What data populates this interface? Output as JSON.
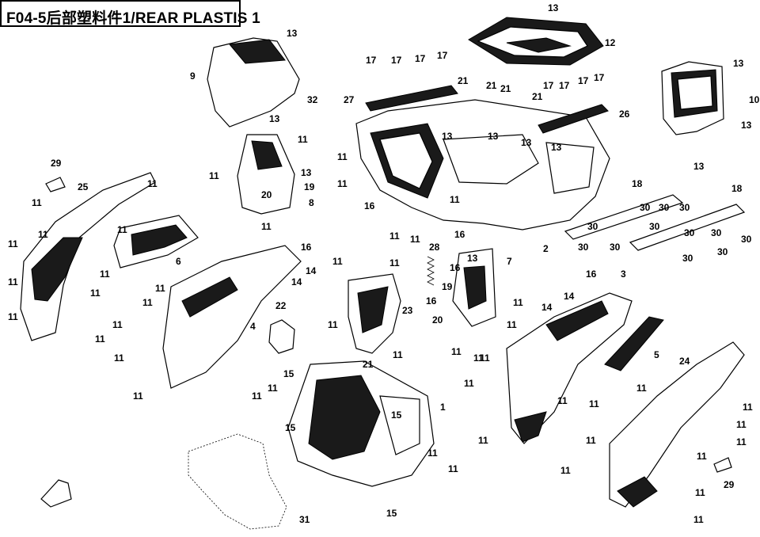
{
  "title": "F04-5后部塑料件1/REAR PLASTIS 1",
  "callouts": [
    {
      "id": "c13a",
      "text": "13"
    },
    {
      "id": "c12",
      "text": "12"
    },
    {
      "id": "c13b",
      "text": "13"
    },
    {
      "id": "c9",
      "text": "9"
    },
    {
      "id": "c32",
      "text": "32"
    },
    {
      "id": "c13c",
      "text": "13"
    },
    {
      "id": "c17a",
      "text": "17"
    },
    {
      "id": "c17b",
      "text": "17"
    },
    {
      "id": "c17c",
      "text": "17"
    },
    {
      "id": "c17d",
      "text": "17"
    },
    {
      "id": "c27",
      "text": "27"
    },
    {
      "id": "c21a",
      "text": "21"
    },
    {
      "id": "c21b",
      "text": "21"
    },
    {
      "id": "c21c",
      "text": "21"
    },
    {
      "id": "c17e",
      "text": "17"
    },
    {
      "id": "c17f",
      "text": "17"
    },
    {
      "id": "c17g",
      "text": "17"
    },
    {
      "id": "c17h",
      "text": "17"
    },
    {
      "id": "c21d",
      "text": "21"
    },
    {
      "id": "c26",
      "text": "26"
    },
    {
      "id": "c13d",
      "text": "13"
    },
    {
      "id": "c10",
      "text": "10"
    },
    {
      "id": "c13e",
      "text": "13"
    },
    {
      "id": "c13f",
      "text": "13"
    },
    {
      "id": "c11a",
      "text": "11"
    },
    {
      "id": "c11b",
      "text": "11"
    },
    {
      "id": "c13g",
      "text": "13"
    },
    {
      "id": "c13h",
      "text": "13"
    },
    {
      "id": "c13i",
      "text": "13"
    },
    {
      "id": "c13j",
      "text": "13"
    },
    {
      "id": "c13k",
      "text": "13"
    },
    {
      "id": "c29a",
      "text": "29"
    },
    {
      "id": "c25",
      "text": "25"
    },
    {
      "id": "c11c",
      "text": "11"
    },
    {
      "id": "c20a",
      "text": "20"
    },
    {
      "id": "c19a",
      "text": "19"
    },
    {
      "id": "c8",
      "text": "8"
    },
    {
      "id": "c11d",
      "text": "11"
    },
    {
      "id": "c11e",
      "text": "11"
    },
    {
      "id": "c16a",
      "text": "16"
    },
    {
      "id": "c11f",
      "text": "11"
    },
    {
      "id": "c18a",
      "text": "18"
    },
    {
      "id": "c18b",
      "text": "18"
    },
    {
      "id": "c30a",
      "text": "30"
    },
    {
      "id": "c30b",
      "text": "30"
    },
    {
      "id": "c30c",
      "text": "30"
    },
    {
      "id": "c30d",
      "text": "30"
    },
    {
      "id": "c30e",
      "text": "30"
    },
    {
      "id": "c30f",
      "text": "30"
    },
    {
      "id": "c30g",
      "text": "30"
    },
    {
      "id": "c30h",
      "text": "30"
    },
    {
      "id": "c30i",
      "text": "30"
    },
    {
      "id": "c30j",
      "text": "30"
    },
    {
      "id": "c30k",
      "text": "30"
    },
    {
      "id": "c30l",
      "text": "30"
    },
    {
      "id": "c11g",
      "text": "11"
    },
    {
      "id": "c11h",
      "text": "11"
    },
    {
      "id": "c11i",
      "text": "11"
    },
    {
      "id": "c11j",
      "text": "11"
    },
    {
      "id": "c6",
      "text": "6"
    },
    {
      "id": "c16b",
      "text": "16"
    },
    {
      "id": "c14a",
      "text": "14"
    },
    {
      "id": "c14b",
      "text": "14"
    },
    {
      "id": "c11k",
      "text": "11"
    },
    {
      "id": "c11l",
      "text": "11"
    },
    {
      "id": "c16c",
      "text": "16"
    },
    {
      "id": "c2",
      "text": "2"
    },
    {
      "id": "c11m",
      "text": "11"
    },
    {
      "id": "c11n",
      "text": "11"
    },
    {
      "id": "c11o",
      "text": "11"
    },
    {
      "id": "c28",
      "text": "28"
    },
    {
      "id": "c13l",
      "text": "13"
    },
    {
      "id": "c7",
      "text": "7"
    },
    {
      "id": "c16d",
      "text": "16"
    },
    {
      "id": "c11p",
      "text": "11"
    },
    {
      "id": "c11q",
      "text": "11"
    },
    {
      "id": "c19b",
      "text": "19"
    },
    {
      "id": "c16e",
      "text": "16"
    },
    {
      "id": "c3",
      "text": "3"
    },
    {
      "id": "c16f",
      "text": "16"
    },
    {
      "id": "c14c",
      "text": "14"
    },
    {
      "id": "c14d",
      "text": "14"
    },
    {
      "id": "c22",
      "text": "22"
    },
    {
      "id": "c23",
      "text": "23"
    },
    {
      "id": "c20b",
      "text": "20"
    },
    {
      "id": "c11r",
      "text": "11"
    },
    {
      "id": "c11s",
      "text": "11"
    },
    {
      "id": "c4",
      "text": "4"
    },
    {
      "id": "c11t",
      "text": "11"
    },
    {
      "id": "c11u",
      "text": "11"
    },
    {
      "id": "c11v",
      "text": "11"
    },
    {
      "id": "c11w",
      "text": "11"
    },
    {
      "id": "c11x",
      "text": "11"
    },
    {
      "id": "c11y",
      "text": "11"
    },
    {
      "id": "c11z",
      "text": "11"
    },
    {
      "id": "c11aa",
      "text": "11"
    },
    {
      "id": "c11ab",
      "text": "11"
    },
    {
      "id": "c21e",
      "text": "21"
    },
    {
      "id": "c5",
      "text": "5"
    },
    {
      "id": "c11ac",
      "text": "11"
    },
    {
      "id": "c11ad",
      "text": "11"
    },
    {
      "id": "c24",
      "text": "24"
    },
    {
      "id": "c15a",
      "text": "15"
    },
    {
      "id": "c11ae",
      "text": "11"
    },
    {
      "id": "c11af",
      "text": "11"
    },
    {
      "id": "c15b",
      "text": "15"
    },
    {
      "id": "c1",
      "text": "1"
    },
    {
      "id": "c11ag",
      "text": "11"
    },
    {
      "id": "c11ah",
      "text": "11"
    },
    {
      "id": "c11ai",
      "text": "11"
    },
    {
      "id": "c11aj",
      "text": "11"
    },
    {
      "id": "c11ak",
      "text": "11"
    },
    {
      "id": "c15c",
      "text": "15"
    },
    {
      "id": "c11al",
      "text": "11"
    },
    {
      "id": "c11am",
      "text": "11"
    },
    {
      "id": "c11an",
      "text": "11"
    },
    {
      "id": "c11ao",
      "text": "11"
    },
    {
      "id": "c11ap",
      "text": "11"
    },
    {
      "id": "c11aq",
      "text": "11"
    },
    {
      "id": "c11ar",
      "text": "11"
    },
    {
      "id": "c11as",
      "text": "11"
    },
    {
      "id": "c29b",
      "text": "29"
    },
    {
      "id": "c31",
      "text": "31"
    },
    {
      "id": "c15d",
      "text": "15"
    },
    {
      "id": "c11at",
      "text": "11"
    },
    {
      "id": "c11au",
      "text": "11"
    },
    {
      "id": "c11av",
      "text": "11"
    },
    {
      "id": "c11aw",
      "text": "11"
    }
  ]
}
